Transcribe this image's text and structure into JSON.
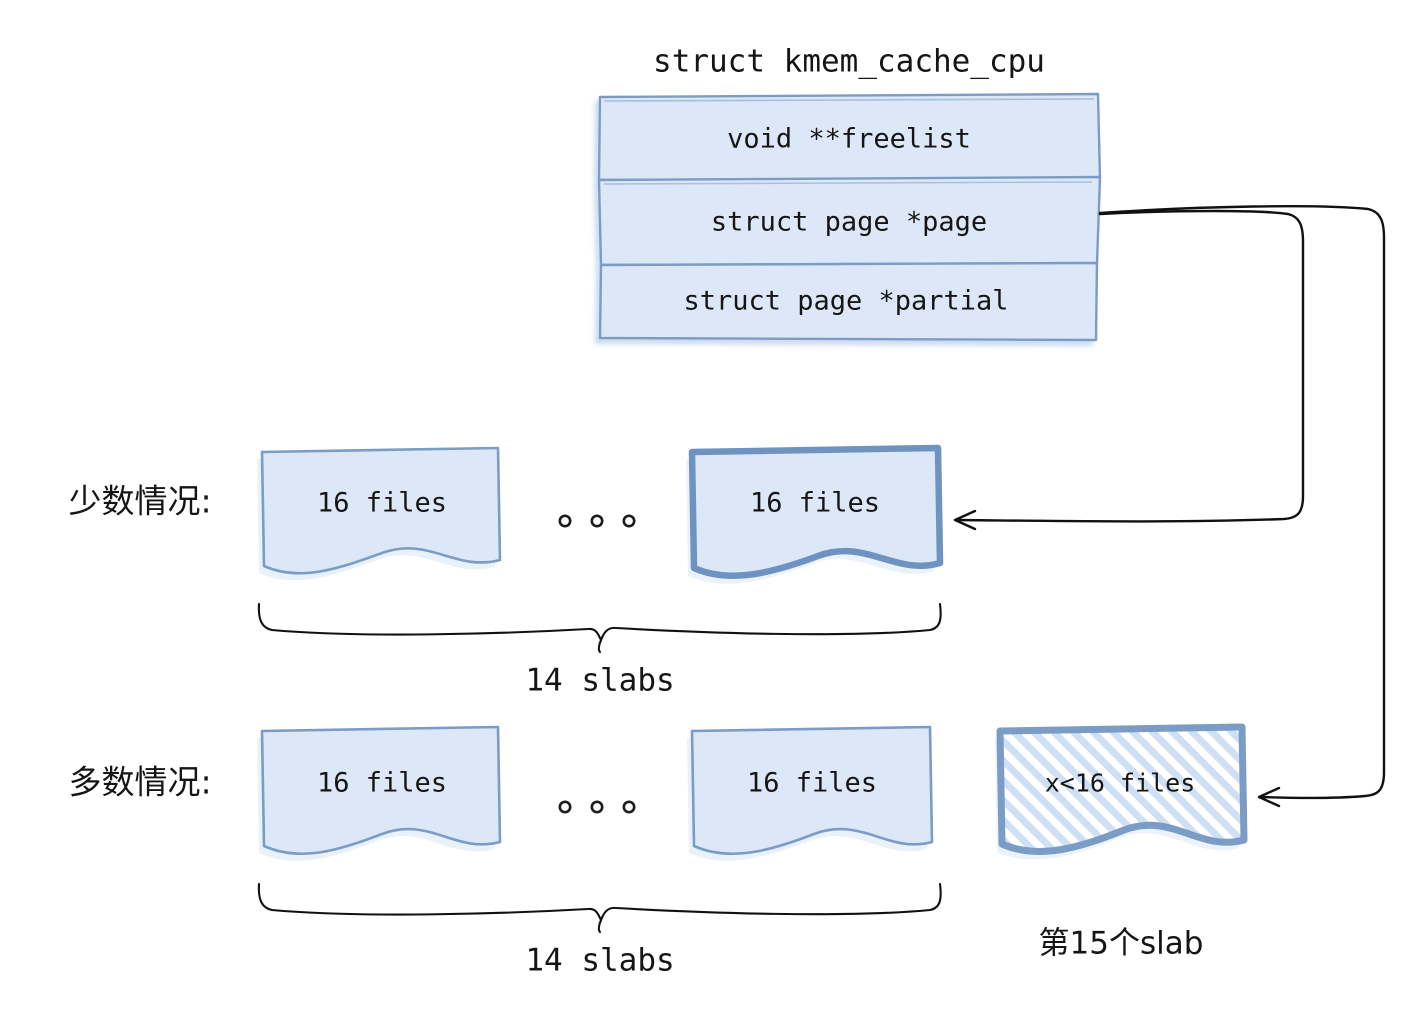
{
  "diagram": {
    "title": "struct kmem_cache_cpu",
    "type": "slab-allocator-diagram",
    "colors": {
      "slab_fill": "#dce8f7",
      "slab_border": "#7b9cc4",
      "slab_border_highlight": "#6f93c0",
      "arrow": "#111111",
      "text": "#151515",
      "hatch": "#c3d9f0",
      "background": "#ffffff"
    }
  },
  "struct_box": {
    "title": "struct kmem_cache_cpu",
    "fields": [
      {
        "label": "void **freelist"
      },
      {
        "label": "struct page *page"
      },
      {
        "label": "struct page *partial"
      }
    ]
  },
  "rows": [
    {
      "id": "minority",
      "label": "少数情况:",
      "slabs": [
        {
          "label": "16 files",
          "highlight": false,
          "hatched": false
        },
        {
          "label": "16 files",
          "highlight": true,
          "hatched": false
        }
      ],
      "ellipsis": "o o o",
      "brace_label": "14 slabs"
    },
    {
      "id": "majority",
      "label": "多数情况:",
      "slabs": [
        {
          "label": "16 files",
          "highlight": false,
          "hatched": false
        },
        {
          "label": "16 files",
          "highlight": false,
          "hatched": false
        }
      ],
      "ellipsis": "o o o",
      "brace_label": "14 slabs",
      "extra_slab": {
        "label": "x<16 files",
        "highlight": true,
        "hatched": true
      },
      "extra_slab_caption": "第15个slab"
    }
  ],
  "arrows": [
    {
      "from": "struct page *page",
      "to": "minority last slab"
    },
    {
      "from": "struct page *page",
      "to": "第15个slab"
    }
  ]
}
